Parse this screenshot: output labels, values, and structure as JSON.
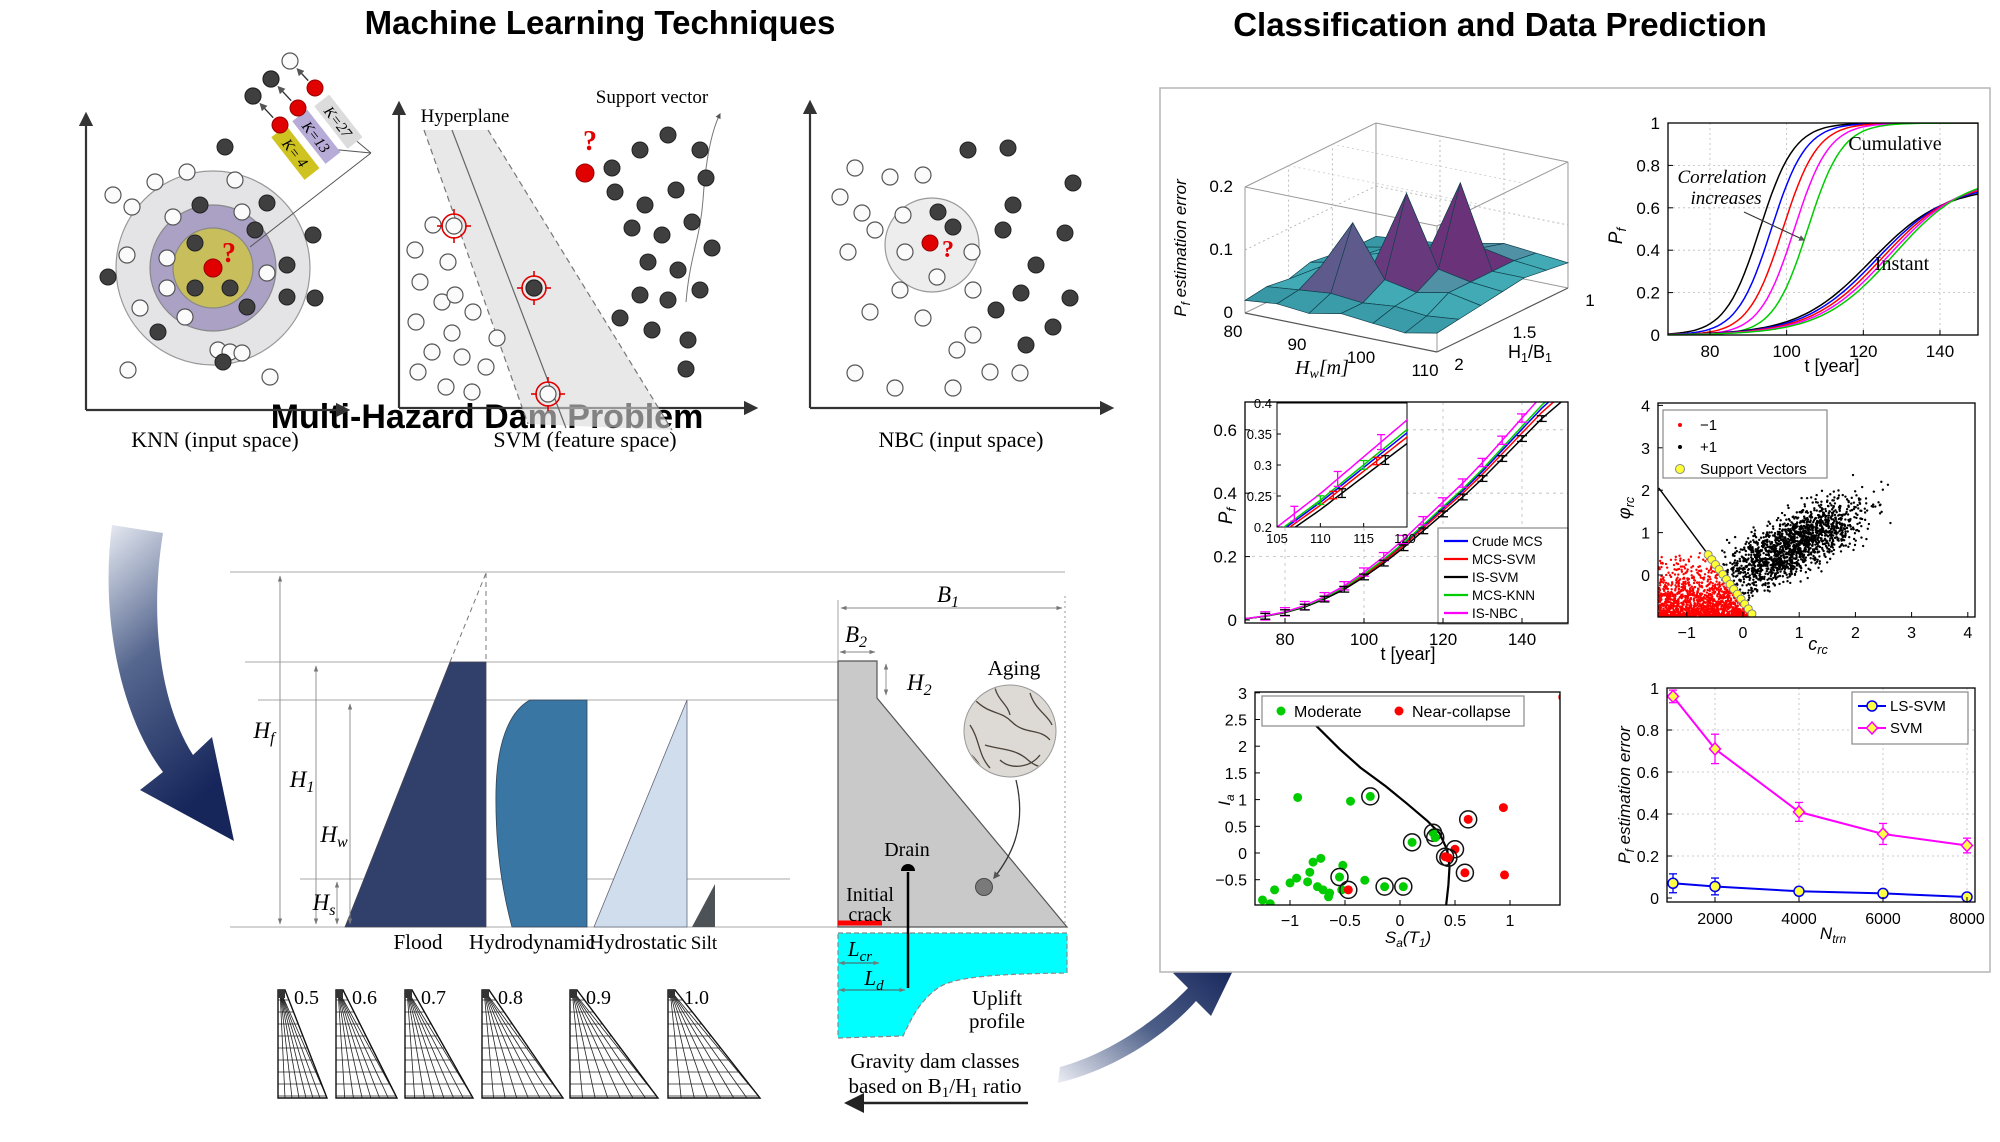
{
  "titles": {
    "ml": "Machine Learning Techniques",
    "dam": "Multi-Hazard Dam Problem",
    "panel": "Classification and Data Prediction"
  },
  "ml": {
    "knn": {
      "caption": "KNN (input space)",
      "k_labels": [
        "K=27",
        "K=13",
        "K= 4"
      ],
      "k_colors": [
        "#dcdcdc",
        "#b7abd8",
        "#cfc321"
      ],
      "ring_colors": [
        "#e4e4e7",
        "#aaa1c5",
        "#c9be5c"
      ],
      "question_mark": "?"
    },
    "svm": {
      "caption": "SVM (feature space)",
      "hyperplane_label": "Hyperplane",
      "support_vector_label": "Support vector",
      "question_mark": "?"
    },
    "nbc": {
      "caption": "NBC (input space)",
      "question_mark": "?"
    }
  },
  "dam": {
    "hf": {
      "m": "H",
      "s": "f"
    },
    "h1": {
      "m": "H",
      "s": "1"
    },
    "hw": {
      "m": "H",
      "s": "w"
    },
    "hs": {
      "m": "H",
      "s": "s"
    },
    "b1": {
      "m": "B",
      "s": "1"
    },
    "b2": {
      "m": "B",
      "s": "2"
    },
    "h2": {
      "m": "H",
      "s": "2"
    },
    "lcr": {
      "m": "L",
      "s": "cr"
    },
    "ld": {
      "m": "L",
      "s": "d"
    },
    "loads": [
      "Flood",
      "Hydrodynamic",
      "Hydrostatic",
      "Silt"
    ],
    "load_colors": [
      "#31406b",
      "#3a76a4",
      "#cfdded",
      "#4d5257"
    ],
    "aging_label": "Aging",
    "drain_label": "Drain",
    "initial_crack_line1": "Initial",
    "initial_crack_line2": "crack",
    "uplift_line1": "Uplift",
    "uplift_line2": "profile",
    "uplift_color": "#00ffff",
    "classes_note_line1": "Gravity dam classes",
    "classes_note_line2a": "based on B",
    "classes_note_sub1": "1",
    "classes_note_line2b": "/H",
    "classes_note_sub2": "1",
    "classes_note_line2c": " ratio",
    "classes": [
      {
        "label": "0.5",
        "x": 278,
        "w": 49
      },
      {
        "label": "0.6",
        "x": 336,
        "w": 61
      },
      {
        "label": "0.7",
        "x": 405,
        "w": 68
      },
      {
        "label": "0.8",
        "x": 482,
        "w": 81
      },
      {
        "label": "0.9",
        "x": 570,
        "w": 88
      },
      {
        "label": "1.0",
        "x": 668,
        "w": 92
      }
    ]
  },
  "figure_points": {
    "knn": {
      "white": [
        [
          167,
          258
        ],
        [
          167,
          288
        ],
        [
          173,
          217
        ],
        [
          242,
          212
        ],
        [
          267,
          273
        ],
        [
          185,
          317
        ],
        [
          187,
          172
        ],
        [
          155,
          182
        ],
        [
          235,
          180
        ],
        [
          132,
          207
        ],
        [
          127,
          255
        ],
        [
          140,
          308
        ],
        [
          218,
          350
        ],
        [
          230,
          352
        ],
        [
          242,
          353
        ],
        [
          113,
          195
        ],
        [
          128,
          370
        ],
        [
          270,
          377
        ]
      ],
      "dark": [
        [
          195,
          243
        ],
        [
          230,
          288
        ],
        [
          195,
          288
        ],
        [
          200,
          205
        ],
        [
          255,
          230
        ],
        [
          247,
          307
        ],
        [
          267,
          203
        ],
        [
          108,
          277
        ],
        [
          158,
          332
        ],
        [
          223,
          362
        ],
        [
          225,
          147
        ],
        [
          313,
          235
        ],
        [
          287,
          265
        ],
        [
          315,
          298
        ],
        [
          287,
          297
        ]
      ],
      "red_center": [
        213,
        268
      ],
      "mini_red": [
        [
          315,
          88
        ],
        [
          298,
          108
        ],
        [
          280,
          125
        ]
      ],
      "mini_targets": [
        [
          290,
          61,
          "w"
        ],
        [
          271,
          79,
          "d"
        ],
        [
          253,
          96,
          "d"
        ]
      ]
    },
    "svm": {
      "white": [
        [
          415,
          250
        ],
        [
          433,
          225
        ],
        [
          448,
          262
        ],
        [
          420,
          282
        ],
        [
          442,
          302
        ],
        [
          416,
          322
        ],
        [
          452,
          333
        ],
        [
          432,
          352
        ],
        [
          462,
          357
        ],
        [
          418,
          372
        ],
        [
          446,
          387
        ],
        [
          472,
          392
        ],
        [
          486,
          367
        ],
        [
          497,
          338
        ],
        [
          473,
          312
        ],
        [
          455,
          295
        ]
      ],
      "dark": [
        [
          612,
          168
        ],
        [
          640,
          150
        ],
        [
          668,
          135
        ],
        [
          700,
          150
        ],
        [
          615,
          192
        ],
        [
          645,
          205
        ],
        [
          676,
          190
        ],
        [
          706,
          178
        ],
        [
          632,
          228
        ],
        [
          662,
          235
        ],
        [
          692,
          222
        ],
        [
          712,
          248
        ],
        [
          648,
          262
        ],
        [
          678,
          270
        ],
        [
          640,
          295
        ],
        [
          668,
          300
        ],
        [
          700,
          290
        ],
        [
          620,
          318
        ],
        [
          652,
          330
        ],
        [
          688,
          340
        ],
        [
          686,
          369
        ]
      ],
      "red_dot": [
        585,
        173
      ],
      "targets": [
        [
          454,
          226,
          "w"
        ],
        [
          534,
          288,
          "d"
        ],
        [
          548,
          394,
          "w"
        ]
      ]
    },
    "nbc": {
      "white": [
        [
          855,
          168
        ],
        [
          890,
          177
        ],
        [
          923,
          175
        ],
        [
          840,
          197
        ],
        [
          862,
          213
        ],
        [
          875,
          230
        ],
        [
          848,
          252
        ],
        [
          903,
          215
        ],
        [
          905,
          252
        ],
        [
          937,
          277
        ],
        [
          972,
          252
        ],
        [
          900,
          290
        ],
        [
          870,
          312
        ],
        [
          923,
          318
        ],
        [
          973,
          290
        ],
        [
          957,
          350
        ],
        [
          973,
          335
        ],
        [
          855,
          373
        ],
        [
          895,
          388
        ],
        [
          953,
          388
        ],
        [
          990,
          372
        ],
        [
          1020,
          373
        ]
      ],
      "dark": [
        [
          968,
          150
        ],
        [
          1008,
          148
        ],
        [
          1073,
          183
        ],
        [
          1013,
          205
        ],
        [
          1003,
          230
        ],
        [
          938,
          212
        ],
        [
          953,
          227
        ],
        [
          1065,
          233
        ],
        [
          1036,
          265
        ],
        [
          1021,
          293
        ],
        [
          1070,
          298
        ],
        [
          996,
          310
        ],
        [
          1053,
          327
        ],
        [
          1026,
          345
        ]
      ],
      "red_dot": [
        930,
        243
      ]
    }
  },
  "chart_data": [
    {
      "type": "surface",
      "zlabel_parts": [
        [
          "P",
          0
        ],
        [
          "f",
          1
        ],
        [
          " estimation error",
          0
        ]
      ],
      "xlabel_parts": [
        [
          "H",
          0
        ],
        [
          "w",
          1
        ],
        [
          "[m]",
          0
        ]
      ],
      "ylabel_parts": [
        [
          "H",
          0
        ],
        [
          "1",
          1
        ],
        [
          "/B",
          0
        ],
        [
          "1",
          1
        ]
      ],
      "x_ticks": [
        "80",
        "90",
        "100",
        "110"
      ],
      "y_ticks": [
        "2",
        "1.5",
        "1"
      ],
      "z_ticks": [
        "0",
        "0.1",
        "0.2"
      ],
      "zlim": [
        0,
        0.2
      ],
      "z_grid": [
        [
          0.02,
          0.025,
          0.02,
          0.03,
          0.025,
          0.02,
          0.03
        ],
        [
          0.025,
          0.03,
          0.035,
          0.03,
          0.035,
          0.03,
          0.035
        ],
        [
          0.02,
          0.05,
          0.13,
          0.05,
          0.04,
          0.05,
          0.04
        ],
        [
          0.03,
          0.04,
          0.05,
          0.17,
          0.06,
          0.05,
          0.045
        ],
        [
          0.025,
          0.035,
          0.05,
          0.06,
          0.18,
          0.05,
          0.05
        ],
        [
          0.02,
          0.03,
          0.04,
          0.05,
          0.06,
          0.05,
          0.045
        ],
        [
          0.02,
          0.025,
          0.03,
          0.04,
          0.05,
          0.045,
          0.04
        ]
      ]
    },
    {
      "type": "line",
      "xlabel": "t [year]",
      "ylabel_parts": [
        [
          "P",
          0
        ],
        [
          "f",
          1
        ]
      ],
      "x_ticks": [
        80,
        100,
        120,
        140
      ],
      "y_ticks": [
        0,
        0.2,
        0.4,
        0.6,
        0.8,
        1
      ],
      "xlim": [
        69,
        150
      ],
      "ylim": [
        0,
        1
      ],
      "annotations": {
        "cumulative": "Cumulative",
        "instant": "Instant",
        "note": "Correlation increases"
      },
      "series": [
        {
          "group": "Cumulative",
          "color": "#000000",
          "t0": 93
        },
        {
          "group": "Cumulative",
          "color": "#0000ff",
          "t0": 96
        },
        {
          "group": "Cumulative",
          "color": "#ff0000",
          "t0": 99
        },
        {
          "group": "Cumulative",
          "color": "#ff00ff",
          "t0": 102
        },
        {
          "group": "Cumulative",
          "color": "#00cc00",
          "t0": 105.5
        },
        {
          "group": "Instant",
          "color": "#000000",
          "t0": 122,
          "amp": 0.7
        },
        {
          "group": "Instant",
          "color": "#0000ff",
          "t0": 123.5,
          "amp": 0.715
        },
        {
          "group": "Instant",
          "color": "#ff0000",
          "t0": 125,
          "amp": 0.73
        },
        {
          "group": "Instant",
          "color": "#ff00ff",
          "t0": 126.5,
          "amp": 0.745
        },
        {
          "group": "Instant",
          "color": "#00cc00",
          "t0": 128,
          "amp": 0.76
        }
      ]
    },
    {
      "type": "line",
      "xlabel": "t [year]",
      "ylabel_parts": [
        [
          "P",
          0
        ],
        [
          "f",
          1
        ]
      ],
      "x_ticks": [
        80,
        100,
        120,
        140
      ],
      "y_ticks": [
        0,
        0.2,
        0.4,
        0.6
      ],
      "t": [
        70,
        75,
        80,
        85,
        90,
        95,
        100,
        105,
        110,
        115,
        120,
        125,
        130,
        135,
        140,
        145,
        150
      ],
      "base": [
        0.004,
        0.012,
        0.024,
        0.042,
        0.068,
        0.1,
        0.14,
        0.185,
        0.235,
        0.29,
        0.345,
        0.4,
        0.46,
        0.525,
        0.59,
        0.655,
        0.71
      ],
      "series": [
        {
          "name": "Crude MCS",
          "color": "#0000ff",
          "mult": 1.02
        },
        {
          "name": "MCS-SVM",
          "color": "#ff0000",
          "mult": 1.0
        },
        {
          "name": "IS-SVM",
          "color": "#000000",
          "mult": 0.97
        },
        {
          "name": "MCS-KNN",
          "color": "#00cc00",
          "mult": 1.035
        },
        {
          "name": "IS-NBC",
          "color": "#ff00ff",
          "mult": 1.08
        }
      ],
      "inset": {
        "x_ticks": [
          105,
          110,
          115,
          120
        ],
        "y_ticks": [
          0.2,
          0.25,
          0.3,
          0.35,
          0.4
        ],
        "xlim": [
          105,
          120
        ],
        "ylim": [
          0.2,
          0.4
        ]
      }
    },
    {
      "type": "scatter",
      "xlabel_parts": [
        [
          "c",
          0
        ],
        [
          "rc",
          1
        ]
      ],
      "ylabel_parts": [
        [
          "φ",
          0
        ],
        [
          "rc",
          1
        ]
      ],
      "x_ticks": [
        -1,
        0,
        1,
        2,
        3,
        4
      ],
      "y_ticks": [
        0,
        1,
        2,
        3,
        4
      ],
      "legend": [
        "−1",
        "+1",
        "Support Vectors"
      ],
      "legend_colors": [
        "#ff0000",
        "#000000",
        "#ffff33"
      ],
      "n_neg": 1400,
      "n_pos": 1700,
      "svm_line": [
        [
          -1.5,
          2.055
        ],
        [
          0.185,
          -0.96
        ]
      ],
      "sv_c_range": [
        -0.62,
        0.16
      ],
      "n_sv": 13
    },
    {
      "type": "scatter",
      "xlabel_parts": [
        [
          "S",
          0
        ],
        [
          "a",
          1
        ],
        [
          "(T",
          0
        ],
        [
          "1",
          1
        ],
        [
          ")",
          0
        ]
      ],
      "ylabel_parts": [
        [
          "I",
          0
        ],
        [
          "a",
          1
        ]
      ],
      "x_ticks": [
        -1,
        -0.5,
        0,
        0.5,
        1
      ],
      "y_ticks": [
        -0.5,
        0,
        0.5,
        1,
        1.5,
        2,
        2.5,
        3
      ],
      "legend": [
        "Moderate",
        "Near-collapse"
      ],
      "legend_colors": [
        "#00cc00",
        "#ff0000"
      ],
      "moderate": [
        [
          -0.93,
          1.04
        ],
        [
          -0.45,
          0.97
        ],
        [
          -0.27,
          1.06
        ],
        [
          0.3,
          0.38
        ],
        [
          0.32,
          0.29
        ],
        [
          0.11,
          0.2
        ],
        [
          -1.25,
          -0.88
        ],
        [
          -1.14,
          -0.69
        ],
        [
          -1.0,
          -0.56
        ],
        [
          -0.94,
          -0.47
        ],
        [
          -0.82,
          -0.36
        ],
        [
          -0.79,
          -0.17
        ],
        [
          -0.84,
          -0.54
        ],
        [
          -0.75,
          -0.63
        ],
        [
          -0.7,
          -0.69
        ],
        [
          -0.64,
          -0.75
        ],
        [
          -0.52,
          -0.23
        ],
        [
          -0.55,
          -0.45
        ],
        [
          -0.53,
          -0.69
        ],
        [
          -0.32,
          -0.51
        ],
        [
          -0.14,
          -0.63
        ],
        [
          0.03,
          -0.63
        ],
        [
          -0.65,
          -0.82
        ],
        [
          -1.18,
          -0.95
        ],
        [
          -0.72,
          -0.1
        ]
      ],
      "moderate_circled": [
        2,
        3,
        4,
        5,
        17,
        20,
        21
      ],
      "near_collapse": [
        [
          1.48,
          2.92
        ],
        [
          0.94,
          0.85
        ],
        [
          0.95,
          -0.41
        ],
        [
          0.62,
          0.63
        ],
        [
          0.5,
          0.07
        ],
        [
          0.44,
          -0.09
        ],
        [
          0.59,
          -0.37
        ],
        [
          -0.47,
          -0.69
        ],
        [
          0.41,
          -0.07
        ]
      ],
      "near_circled": [
        3,
        4,
        5,
        6,
        7,
        8
      ],
      "boundary": [
        [
          -1.03,
          2.9
        ],
        [
          -0.9,
          2.62
        ],
        [
          -0.79,
          2.44
        ],
        [
          -0.55,
          1.95
        ],
        [
          -0.36,
          1.6
        ],
        [
          -0.13,
          1.25
        ],
        [
          0.06,
          0.93
        ],
        [
          0.25,
          0.6
        ],
        [
          0.36,
          0.37
        ],
        [
          0.43,
          0.05
        ],
        [
          0.45,
          -0.26
        ],
        [
          0.44,
          -0.6
        ],
        [
          0.42,
          -0.97
        ]
      ]
    },
    {
      "type": "line",
      "xlabel_parts": [
        [
          "N",
          0
        ],
        [
          "trn",
          1
        ]
      ],
      "ylabel_parts": [
        [
          "P",
          0
        ],
        [
          "f",
          1
        ],
        [
          " estimation error",
          0
        ]
      ],
      "x_ticks": [
        2000,
        4000,
        6000,
        8000
      ],
      "y_ticks": [
        0,
        0.2,
        0.4,
        0.6,
        0.8,
        1
      ],
      "x": [
        1000,
        2000,
        4000,
        6000,
        8000
      ],
      "series": [
        {
          "name": "LS-SVM",
          "color": "#0000ee",
          "marker": "circle",
          "marker_fill": "#ffff44",
          "y": [
            0.07,
            0.055,
            0.032,
            0.022,
            0.005
          ],
          "err": [
            0.045,
            0.04,
            0.018,
            0.012,
            0.01
          ]
        },
        {
          "name": "SVM",
          "color": "#ff00ff",
          "marker": "diamond",
          "marker_fill": "#ffff44",
          "y": [
            0.96,
            0.71,
            0.41,
            0.305,
            0.25
          ],
          "err": [
            0.03,
            0.07,
            0.045,
            0.05,
            0.035
          ]
        }
      ]
    }
  ]
}
